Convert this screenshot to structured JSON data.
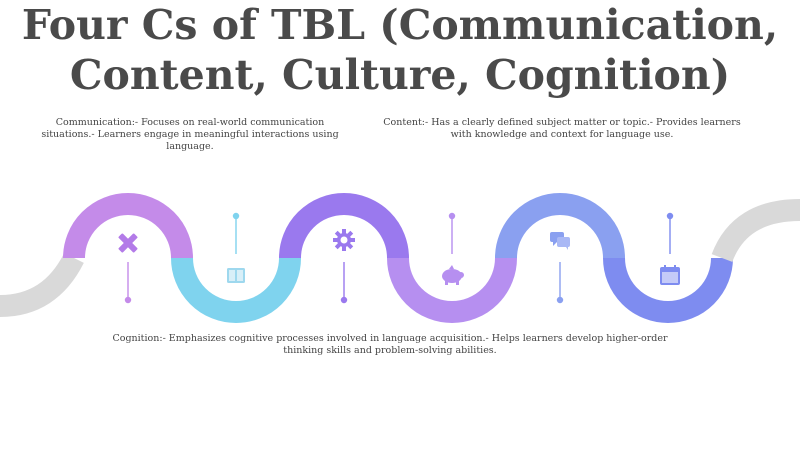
{
  "title": "Four Cs of TBL (Communication, Content, Culture, Cognition)",
  "blocks": {
    "communication": {
      "label": "Communication:",
      "text": "- Focuses on real-world communication situations.- Learners engage in meaningful interactions using language."
    },
    "content": {
      "label": "Content:",
      "text": "- Has a clearly defined subject matter or topic.- Provides learners with knowledge and context for language use."
    },
    "cognition": {
      "label": "Cognition:",
      "text": "- Emphasizes cognitive processes involved in language acquisition.- Helps learners develop higher-order thinking skills and problem-solving abilities."
    }
  },
  "icons": [
    "puzzle-icon",
    "book-icon",
    "gear-icon",
    "piggy-bank-icon",
    "chat-icon",
    "calendar-icon"
  ],
  "colors": {
    "gray": "#d9d9d9",
    "violet": "#c48be9",
    "cyan": "#7fd3ee",
    "purple": "#9a79ee",
    "lilac": "#b68ff0",
    "periwinkle": "#8aa0f0",
    "blue": "#7e8cf0",
    "icon": "#9d7ce6"
  }
}
